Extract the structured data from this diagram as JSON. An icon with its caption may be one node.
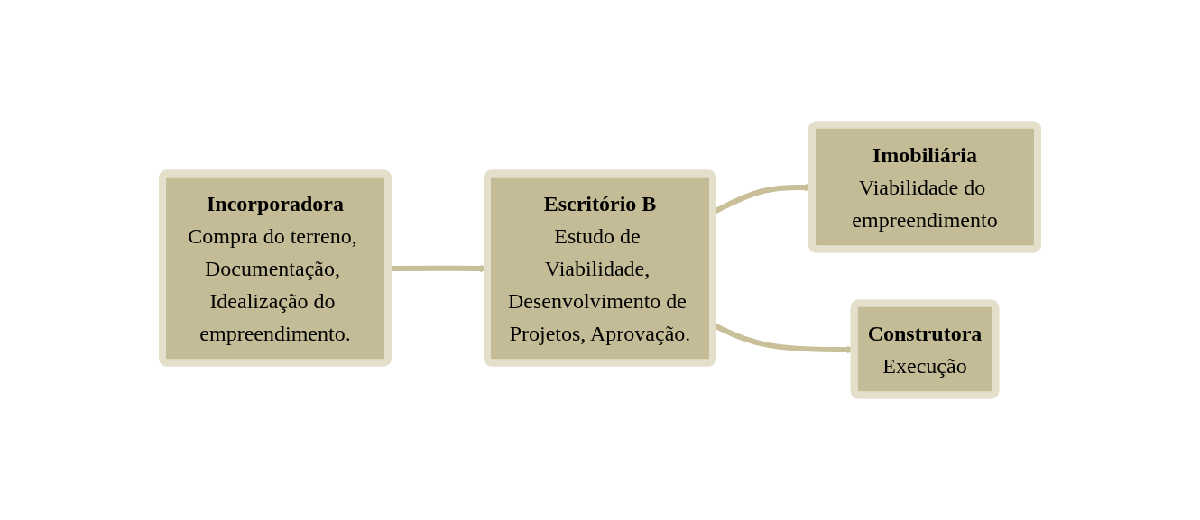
{
  "diagram": {
    "nodes": [
      {
        "text": [
          "Incorporadora",
          "Compra do terreno, Documentação, Idealização do empreendimento."
        ]
      },
      {
        "text": [
          "Escritório B",
          "Estudo de Viabilidade, Desenvolvimento de Projetos, Aprovação."
        ]
      },
      {
        "text": [
          "Imobiliária",
          "Viabilidade do empreendimento"
        ]
      },
      {
        "text": [
          "Construtora",
          "Execução"
        ]
      }
    ],
    "edges": [
      {
        "from": 0,
        "to": 1,
        "arrow": "to"
      },
      {
        "from": 1,
        "to": 2,
        "arrow": "to"
      },
      {
        "from": 1,
        "to": 3,
        "arrow": "to"
      }
    ]
  }
}
